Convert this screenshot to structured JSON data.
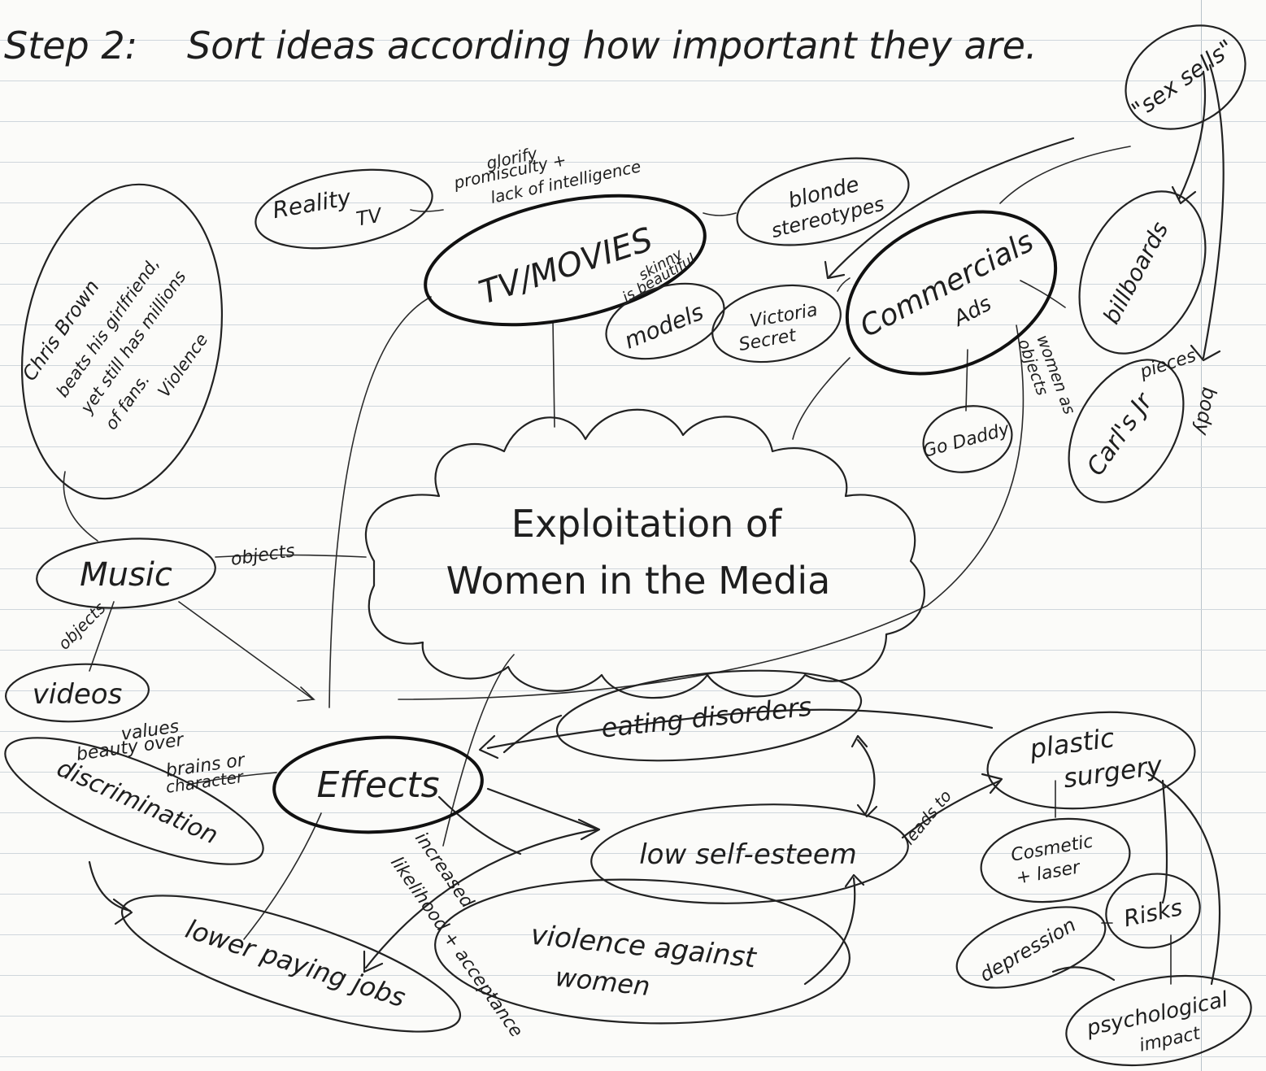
{
  "heading": {
    "step": "Step 2:",
    "instruction": "Sort ideas according how important they are."
  },
  "central_topic": {
    "line1": "Exploitation of",
    "line2": "Women in the Media"
  },
  "nodes": {
    "tv_movies": "TV/MOVIES",
    "reality_tv": {
      "line1": "Reality",
      "line2": "TV"
    },
    "glorify": {
      "line1": "glorify",
      "line2": "promiscuity +",
      "line3": "lack of intelligence"
    },
    "blonde": {
      "line1": "blonde",
      "line2": "stereotypes"
    },
    "skinny": {
      "line1": "skinny",
      "line2": "is beautiful"
    },
    "models": "models",
    "victoria": {
      "line1": "Victoria",
      "line2": "Secret"
    },
    "commercials": {
      "line1": "Commercials",
      "line2": "Ads"
    },
    "sex_sells": "\"sex sells\"",
    "billboards": "billboards",
    "women_objects": {
      "line1": "women as",
      "line2": "objects"
    },
    "go_daddy": "Go Daddy",
    "carls": "Carl's Jr",
    "pieces": "pieces",
    "body": "body",
    "chris_brown": {
      "line1": "Chris Brown",
      "line2": "beats his girlfriend,",
      "line3": "yet still has millions",
      "line4": "of fans.",
      "line5": "Violence"
    },
    "music": "Music",
    "objects_music": "objects",
    "objects_videos": "objects",
    "videos": "videos",
    "values_beauty": {
      "line1": "values",
      "line2": "beauty over",
      "line3": "brains or",
      "line4": "character"
    },
    "effects": "Effects",
    "discrimination": "discrimination",
    "lower_paying": "lower paying jobs",
    "eating_disorders": "eating disorders",
    "low_self_esteem": "low self-esteem",
    "leads_to": "leads to",
    "plastic_surgery": {
      "line1": "plastic",
      "line2": "surgery"
    },
    "cosmetic": {
      "line1": "Cosmetic",
      "line2": "+ laser"
    },
    "risks": "Risks",
    "depression": "depression",
    "psychological": {
      "line1": "psychological",
      "line2": "impact"
    },
    "violence_against": {
      "line1": "violence against",
      "line2": "women"
    },
    "increased": {
      "line1": "increased",
      "line2": "likelihood + acceptance"
    }
  }
}
